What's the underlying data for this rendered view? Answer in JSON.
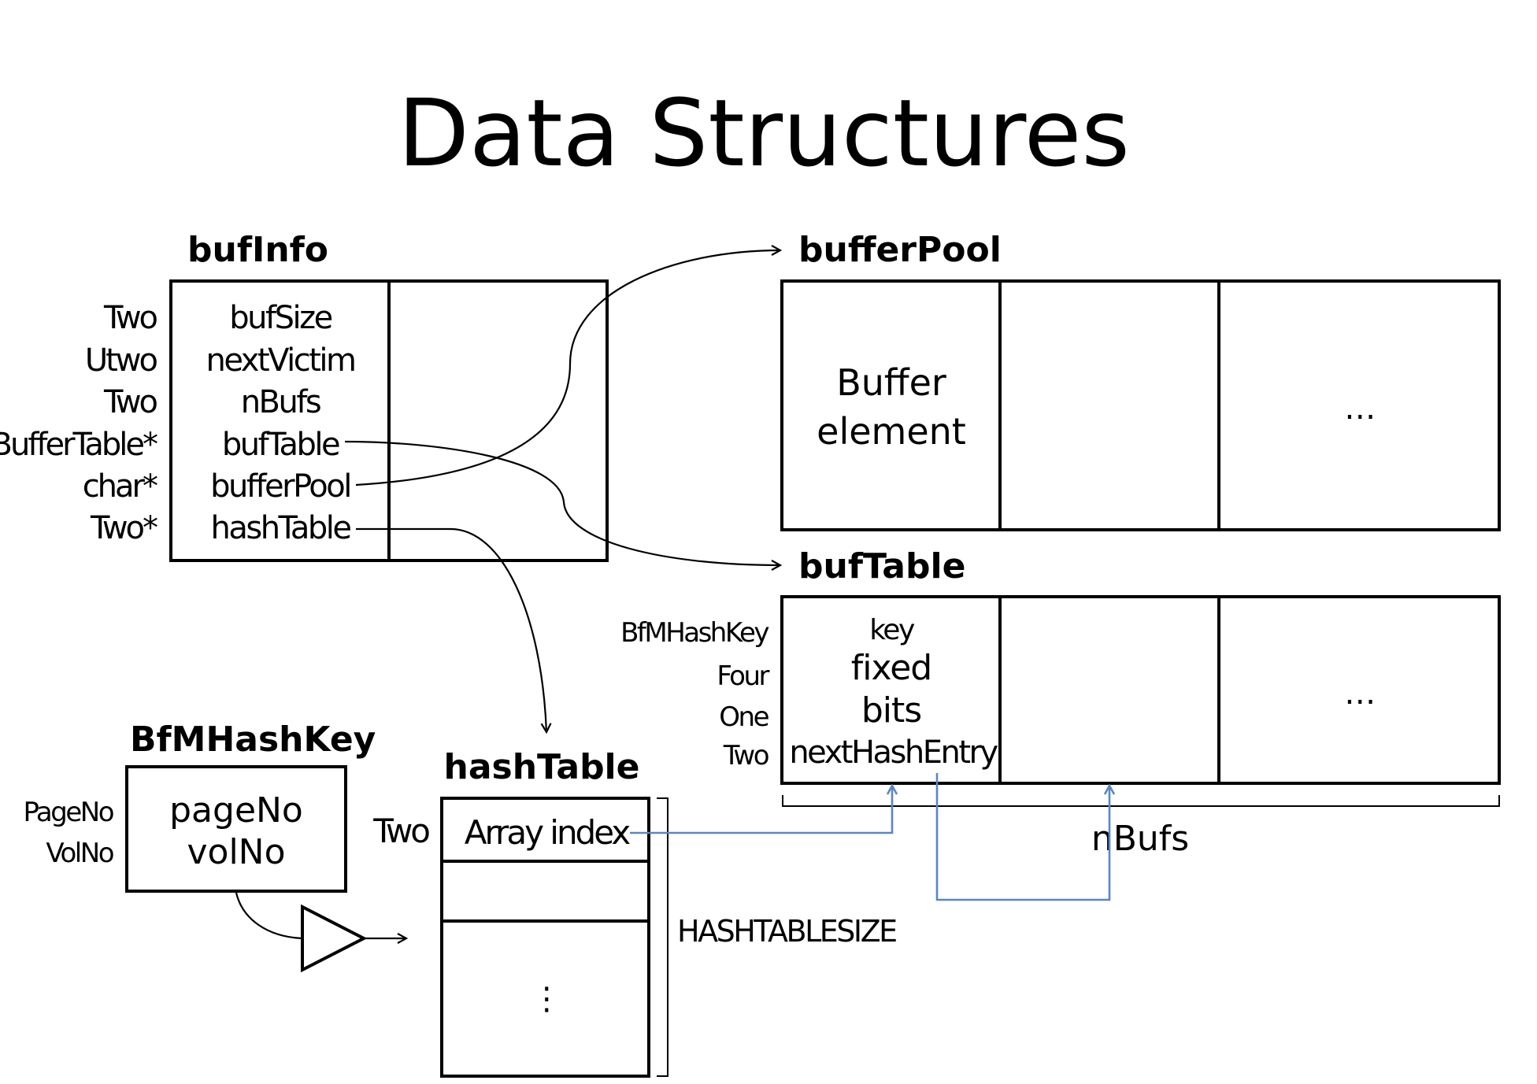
{
  "title": "Data Structures",
  "bufInfo": {
    "heading": "bufInfo",
    "types": [
      "Two",
      "Utwo",
      "Two",
      "BufferTable*",
      "char*",
      "Two*"
    ],
    "fields": [
      "bufSize",
      "nextVictim",
      "nBufs",
      "bufTable",
      "bufferPool",
      "hashTable"
    ]
  },
  "bufferPool": {
    "heading": "bufferPool",
    "cell_line1": "Buffer",
    "cell_line2": "element",
    "ellipsis": "…"
  },
  "bufTable": {
    "heading": "bufTable",
    "types": [
      "BfMHashKey",
      "Four",
      "One",
      "Two"
    ],
    "fields": [
      "key",
      "fixed",
      "bits",
      "nextHashEntry"
    ],
    "ellipsis": "…",
    "brace_label": "nBufs"
  },
  "bfmHashKey": {
    "heading": "BfMHashKey",
    "types": [
      "PageNo",
      "VolNo"
    ],
    "fields": [
      "pageNo",
      "volNo"
    ]
  },
  "hashTable": {
    "heading": "hashTable",
    "type": "Two",
    "first_cell": "Array index",
    "ellipsis": "⋮",
    "brace_label": "HASHTABLESIZE"
  },
  "colors": {
    "lines": "#000000",
    "hash_links": "#5b86c4",
    "background": "#ffffff"
  }
}
